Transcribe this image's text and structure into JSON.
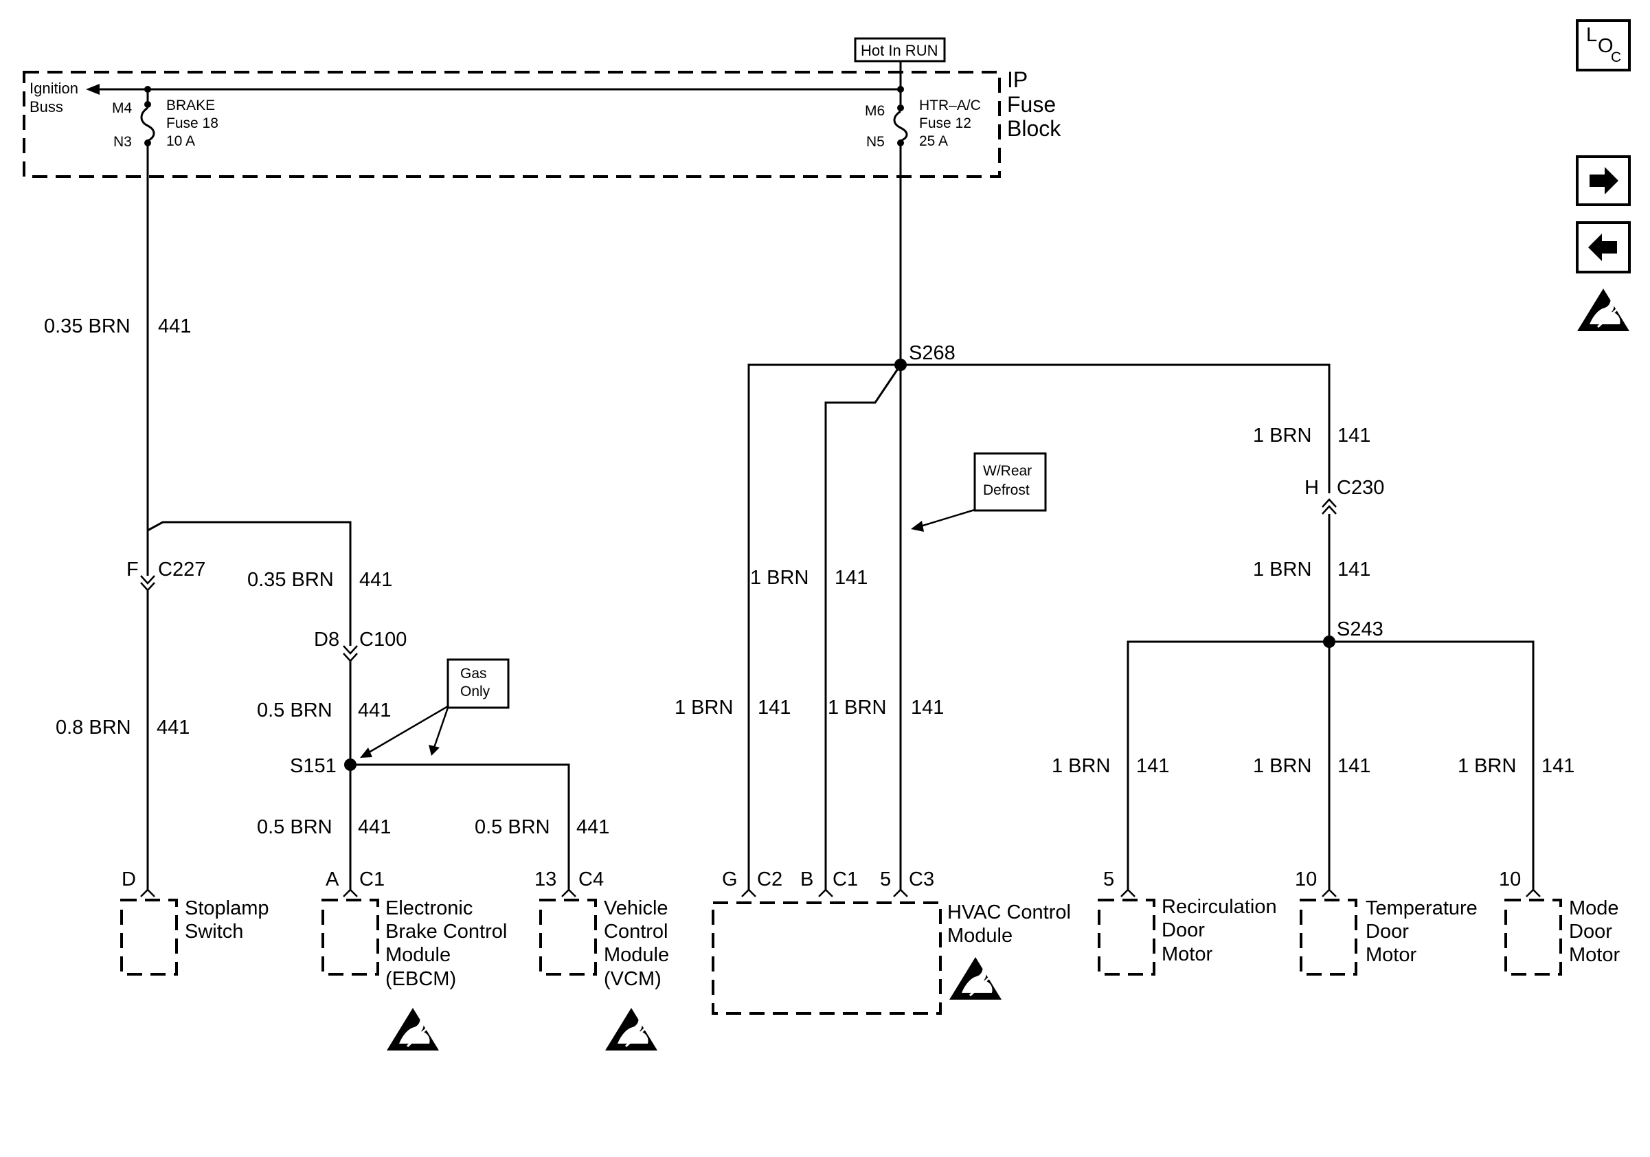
{
  "fuse_block": {
    "label_line1": "IP",
    "label_line2": "Fuse",
    "label_line3": "Block",
    "hot_label": "Hot In RUN",
    "ignition_line1": "Ignition",
    "ignition_line2": "Buss",
    "fuse18": {
      "pin_top": "M4",
      "pin_bottom": "N3",
      "name": "BRAKE",
      "fuse": "Fuse 18",
      "rating": "10 A"
    },
    "fuse12": {
      "pin_top": "M6",
      "pin_bottom": "N5",
      "name": "HTR–A/C",
      "fuse": "Fuse 12",
      "rating": "25 A"
    }
  },
  "wires": {
    "w_035_441_a": {
      "gauge": "0.35 BRN",
      "circuit": "441"
    },
    "w_035_441_b": {
      "gauge": "0.35 BRN",
      "circuit": "441"
    },
    "w_08_441": {
      "gauge": "0.8 BRN",
      "circuit": "441"
    },
    "w_05_441_a": {
      "gauge": "0.5 BRN",
      "circuit": "441"
    },
    "w_05_441_b": {
      "gauge": "0.5 BRN",
      "circuit": "441"
    },
    "w_05_441_c": {
      "gauge": "0.5 BRN",
      "circuit": "441"
    },
    "w_1_141_hvac_mid": {
      "gauge": "1 BRN",
      "circuit": "141"
    },
    "w_1_141_hvac_g": {
      "gauge": "1 BRN",
      "circuit": "141"
    },
    "w_1_141_hvac_b": {
      "gauge": "1 BRN",
      "circuit": "141"
    },
    "w_1_141_right_top": {
      "gauge": "1 BRN",
      "circuit": "141"
    },
    "w_1_141_right_mid": {
      "gauge": "1 BRN",
      "circuit": "141"
    },
    "w_1_141_recirc": {
      "gauge": "1 BRN",
      "circuit": "141"
    },
    "w_1_141_temp": {
      "gauge": "1 BRN",
      "circuit": "141"
    },
    "w_1_141_mode": {
      "gauge": "1 BRN",
      "circuit": "141"
    }
  },
  "connectors": {
    "c227": {
      "pin": "F",
      "name": "C227"
    },
    "c100": {
      "pin": "D8",
      "name": "C100"
    },
    "c230": {
      "pin": "H",
      "name": "C230"
    },
    "stoplamp": {
      "pin": "D"
    },
    "ebcm": {
      "pin": "A",
      "name": "C1"
    },
    "vcm": {
      "pin": "13",
      "name": "C4"
    },
    "hvac_g": {
      "pin": "G",
      "name": "C2"
    },
    "hvac_b": {
      "pin": "B",
      "name": "C1"
    },
    "hvac_5": {
      "pin": "5",
      "name": "C3"
    },
    "recirc": {
      "pin": "5"
    },
    "temp": {
      "pin": "10"
    },
    "mode": {
      "pin": "10"
    }
  },
  "splices": {
    "s268": "S268",
    "s151": "S151",
    "s243": "S243"
  },
  "notes": {
    "gas_only_1": "Gas",
    "gas_only_2": "Only",
    "rear_defrost_1": "W/Rear",
    "rear_defrost_2": "Defrost"
  },
  "components": {
    "stoplamp": [
      "Stoplamp",
      "Switch"
    ],
    "ebcm": [
      "Electronic",
      "Brake Control",
      "Module",
      "(EBCM)"
    ],
    "vcm": [
      "Vehicle",
      "Control",
      "Module",
      "(VCM)"
    ],
    "hvac": [
      "HVAC Control",
      "Module"
    ],
    "recirc": [
      "Recirculation",
      "Door",
      "Motor"
    ],
    "temp": [
      "Temperature",
      "Door",
      "Motor"
    ],
    "mode": [
      "Mode",
      "Door",
      "Motor"
    ]
  },
  "nav": {
    "loc_l": "L",
    "loc_o": "O",
    "loc_c": "C",
    "forward_icon": "arrow-right-icon",
    "back_icon": "arrow-left-icon",
    "esd_icon": "esd-warning-icon"
  }
}
